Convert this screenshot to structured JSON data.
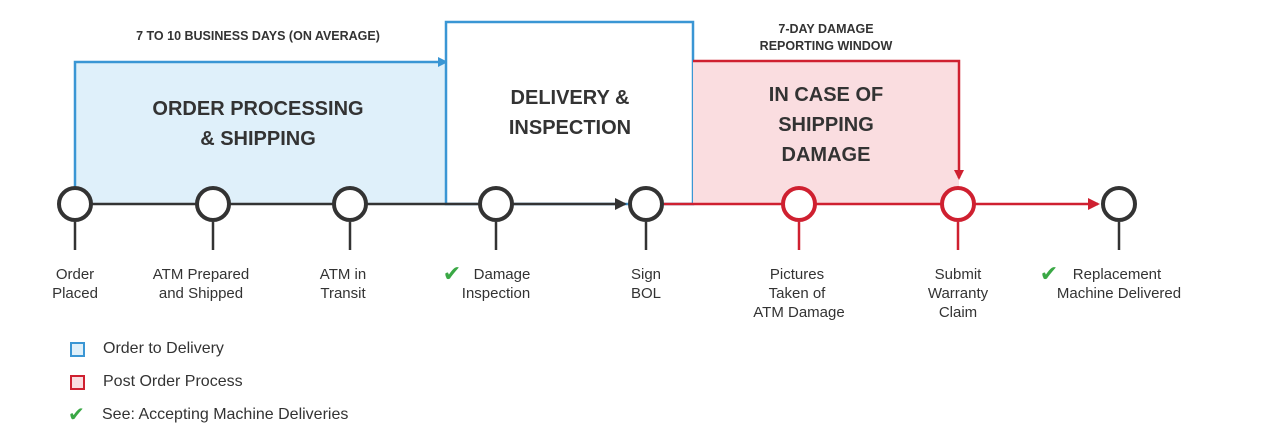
{
  "colors": {
    "blue": "#3a96d4",
    "blue_fill": "#dff0fa",
    "red": "#cf2030",
    "red_fill": "#fadde0",
    "dark": "#333333",
    "green": "#3aa845"
  },
  "top_labels": {
    "business_days": "7 TO 10 BUSINESS DAYS (ON AVERAGE)",
    "damage_window_line1": "7-DAY DAMAGE",
    "damage_window_line2": "REPORTING WINDOW"
  },
  "phases": [
    {
      "lines": [
        "ORDER PROCESSING",
        "& SHIPPING"
      ]
    },
    {
      "lines": [
        "DELIVERY &",
        "INSPECTION"
      ]
    },
    {
      "lines": [
        "IN CASE OF",
        "SHIPPING",
        "DAMAGE"
      ]
    }
  ],
  "milestones": [
    {
      "lines": [
        "Order",
        "Placed"
      ],
      "check": false
    },
    {
      "lines": [
        "ATM Prepared",
        "and Shipped"
      ],
      "check": false
    },
    {
      "lines": [
        "ATM in",
        "Transit"
      ],
      "check": false
    },
    {
      "lines": [
        "Damage",
        "Inspection"
      ],
      "check": true
    },
    {
      "lines": [
        "Sign",
        "BOL"
      ],
      "check": false
    },
    {
      "lines": [
        "Pictures",
        "Taken of",
        "ATM Damage"
      ],
      "check": false
    },
    {
      "lines": [
        "Submit",
        "Warranty",
        "Claim"
      ],
      "check": false
    },
    {
      "lines": [
        "Replacement",
        "Machine Delivered"
      ],
      "check": true
    }
  ],
  "legend": {
    "order_to_delivery": "Order to Delivery",
    "post_order": "Post Order Process",
    "see_accepting": "See: Accepting Machine Deliveries"
  }
}
